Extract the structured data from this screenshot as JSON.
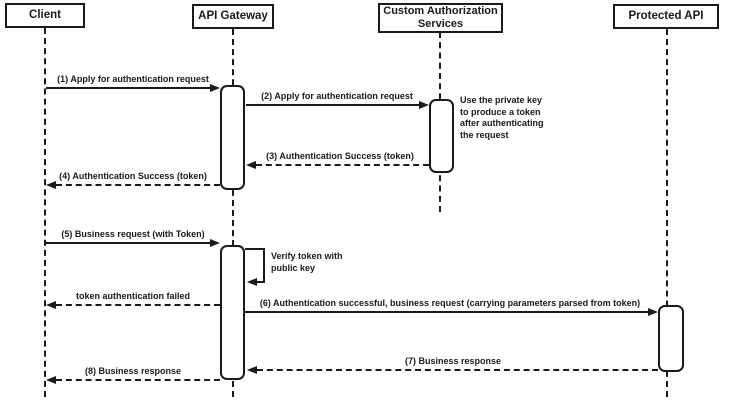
{
  "diagram": {
    "type": "uml-sequence",
    "colors": {
      "line": "#1a1a1a",
      "background": "#ffffff",
      "shape_fill": "#ffffff"
    },
    "participants": [
      {
        "name": "Client"
      },
      {
        "name": "API Gateway"
      },
      {
        "name": "Custom Authorization Services"
      },
      {
        "name": "Protected API"
      }
    ],
    "messages": [
      {
        "label": "(1) Apply for authentication request",
        "from": "Client",
        "to": "API Gateway",
        "style": "solid"
      },
      {
        "label": "(2) Apply for authentication request",
        "from": "API Gateway",
        "to": "Custom Authorization Services",
        "style": "solid"
      },
      {
        "label": "(3) Authentication Success (token)",
        "from": "Custom Authorization Services",
        "to": "API Gateway",
        "style": "dashed"
      },
      {
        "label": "(4) Authentication Success (token)",
        "from": "API Gateway",
        "to": "Client",
        "style": "dashed"
      },
      {
        "label": "(5) Business request (with Token)",
        "from": "Client",
        "to": "API Gateway",
        "style": "solid"
      },
      {
        "label": "Verify token with public key",
        "from": "API Gateway",
        "to": "API Gateway",
        "style": "self"
      },
      {
        "label": "token authentication failed",
        "from": "API Gateway",
        "to": "Client",
        "style": "dashed"
      },
      {
        "label": "(6) Authentication successful, business request (carrying parameters parsed from token)",
        "from": "API Gateway",
        "to": "Protected API",
        "style": "solid"
      },
      {
        "label": "(7) Business response",
        "from": "Protected API",
        "to": "API Gateway",
        "style": "dashed"
      },
      {
        "label": "(8) Business response",
        "from": "API Gateway",
        "to": "Client",
        "style": "dashed"
      }
    ],
    "note": "Use the private key to produce a token after authenticating the request"
  }
}
